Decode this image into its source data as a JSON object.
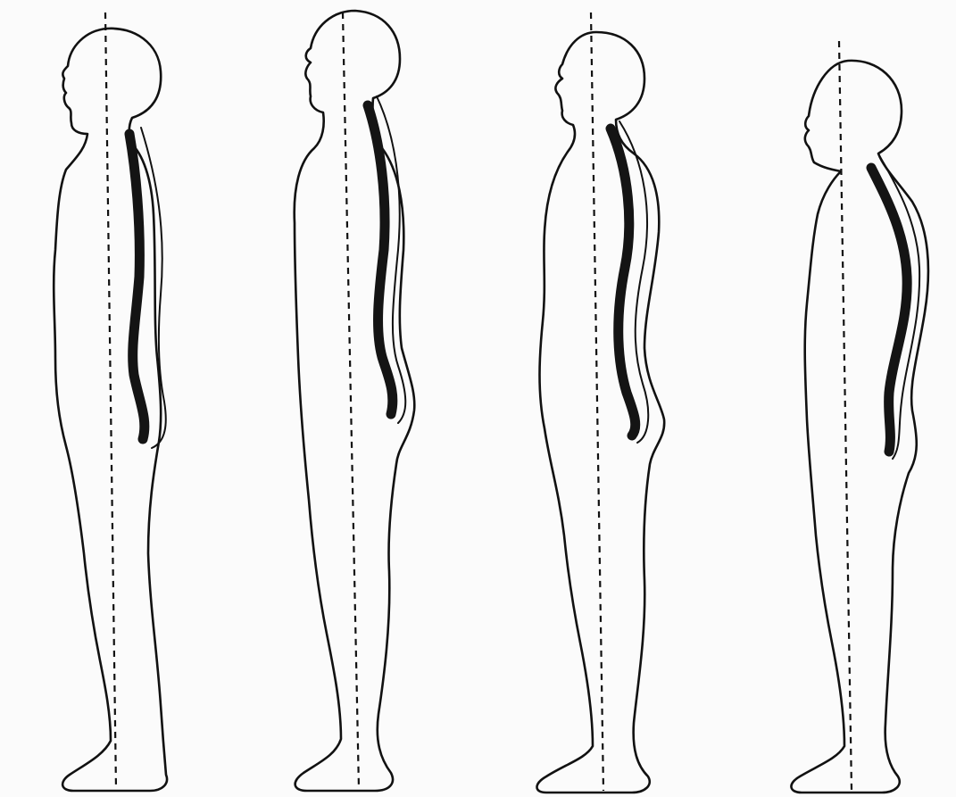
{
  "figures": [
    {
      "id": "figure-1",
      "posture": "flat back"
    },
    {
      "id": "figure-2",
      "posture": "normal"
    },
    {
      "id": "figure-3",
      "posture": "lordosis"
    },
    {
      "id": "figure-4",
      "posture": "kyphosis"
    }
  ],
  "colors": {
    "background": "#fbfbfb",
    "line": "#111111",
    "spine": "#141414"
  }
}
